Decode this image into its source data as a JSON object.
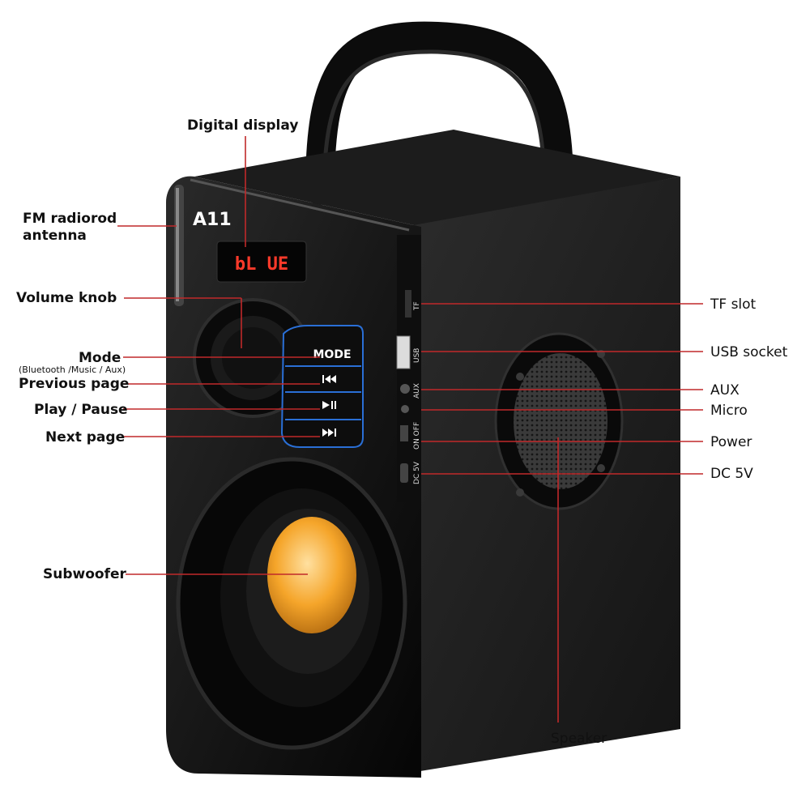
{
  "product": {
    "model_badge": "A11",
    "display_text": "bL UE",
    "button_mode": "MODE",
    "port_labels": {
      "tf": "TF",
      "usb": "USB",
      "aux": "AUX",
      "on_off": "ON  OFF",
      "dc": "DC 5V"
    }
  },
  "colors": {
    "callout_line": "#c0292a",
    "body": "#151515",
    "side": "#222222",
    "led": "#ff3a2a",
    "accent_blue": "#2a6fd6",
    "woofer_cone": "#f5a52a"
  },
  "callouts": {
    "digital_display": "Digital display",
    "fm_antenna_line1": "FM radiorod",
    "fm_antenna_line2": "antenna",
    "volume_knob": "Volume knob",
    "mode": "Mode",
    "mode_sub": "(Bluetooth /Music / Aux)",
    "previous_page": "Previous page",
    "play_pause": "Play / Pause",
    "next_page": "Next page",
    "subwoofer": "Subwoofer",
    "tf_slot": "TF slot",
    "usb_socket": "USB socket",
    "aux": "AUX",
    "micro": "Micro",
    "power": "Power",
    "dc_5v": "DC 5V",
    "speaker": "Speaker"
  }
}
